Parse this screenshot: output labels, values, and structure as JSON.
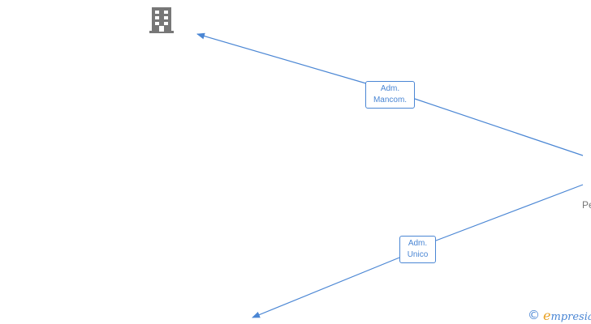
{
  "diagram": {
    "edges": [
      {
        "id": "mancom",
        "label_line1": "Adm.",
        "label_line2": "Mancom."
      },
      {
        "id": "unico",
        "label_line1": "Adm.",
        "label_line2": "Unico"
      }
    ],
    "nodes": {
      "company_icon": "building-icon",
      "person_label_visible": "Pe"
    },
    "edge_color": "#4a86d4",
    "icon_color": "#777777"
  },
  "watermark": {
    "symbol": "©",
    "brand_initial": "e",
    "brand_rest": "mpresia",
    "brand_initial_color": "#e8a020",
    "brand_color": "#4a86d4"
  }
}
